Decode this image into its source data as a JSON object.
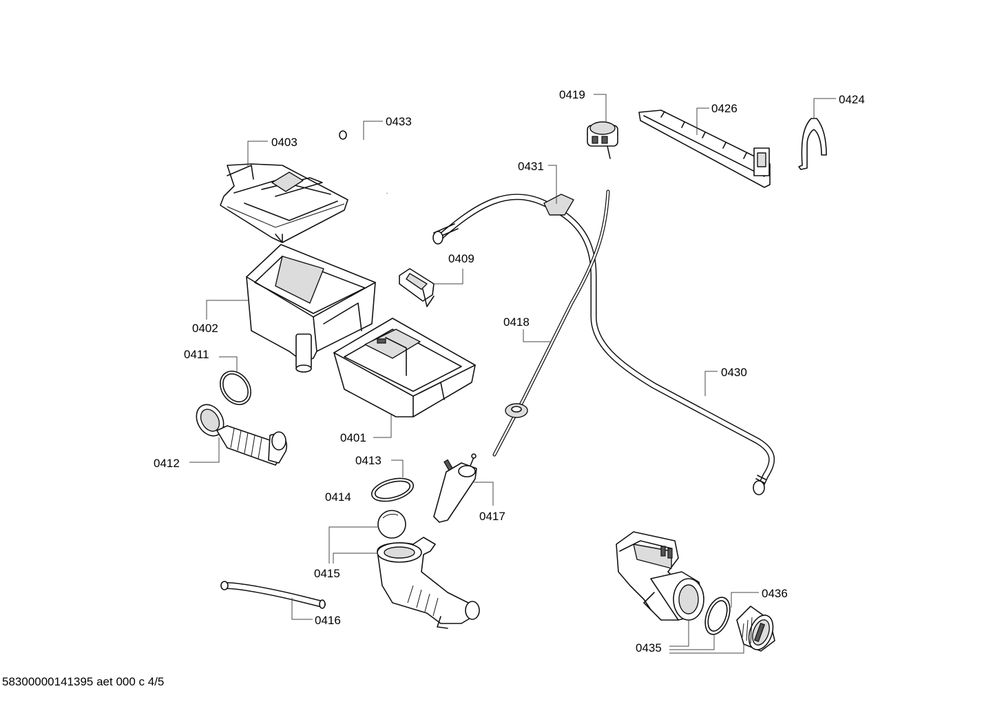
{
  "labels": {
    "p0419": "0419",
    "p0426": "0426",
    "p0424": "0424",
    "p0433": "0433",
    "p0403": "0403",
    "p0431": "0431",
    "p0409": "0409",
    "p0402": "0402",
    "p0418": "0418",
    "p0411": "0411",
    "p0430": "0430",
    "p0401": "0401",
    "p0412": "0412",
    "p0413": "0413",
    "p0414": "0414",
    "p0417": "0417",
    "p0415": "0415",
    "p0416": "0416",
    "p0436": "0436",
    "p0435": "0435"
  },
  "footer": {
    "drawing_id": "58300000141395 aet 000 c 4/5"
  }
}
